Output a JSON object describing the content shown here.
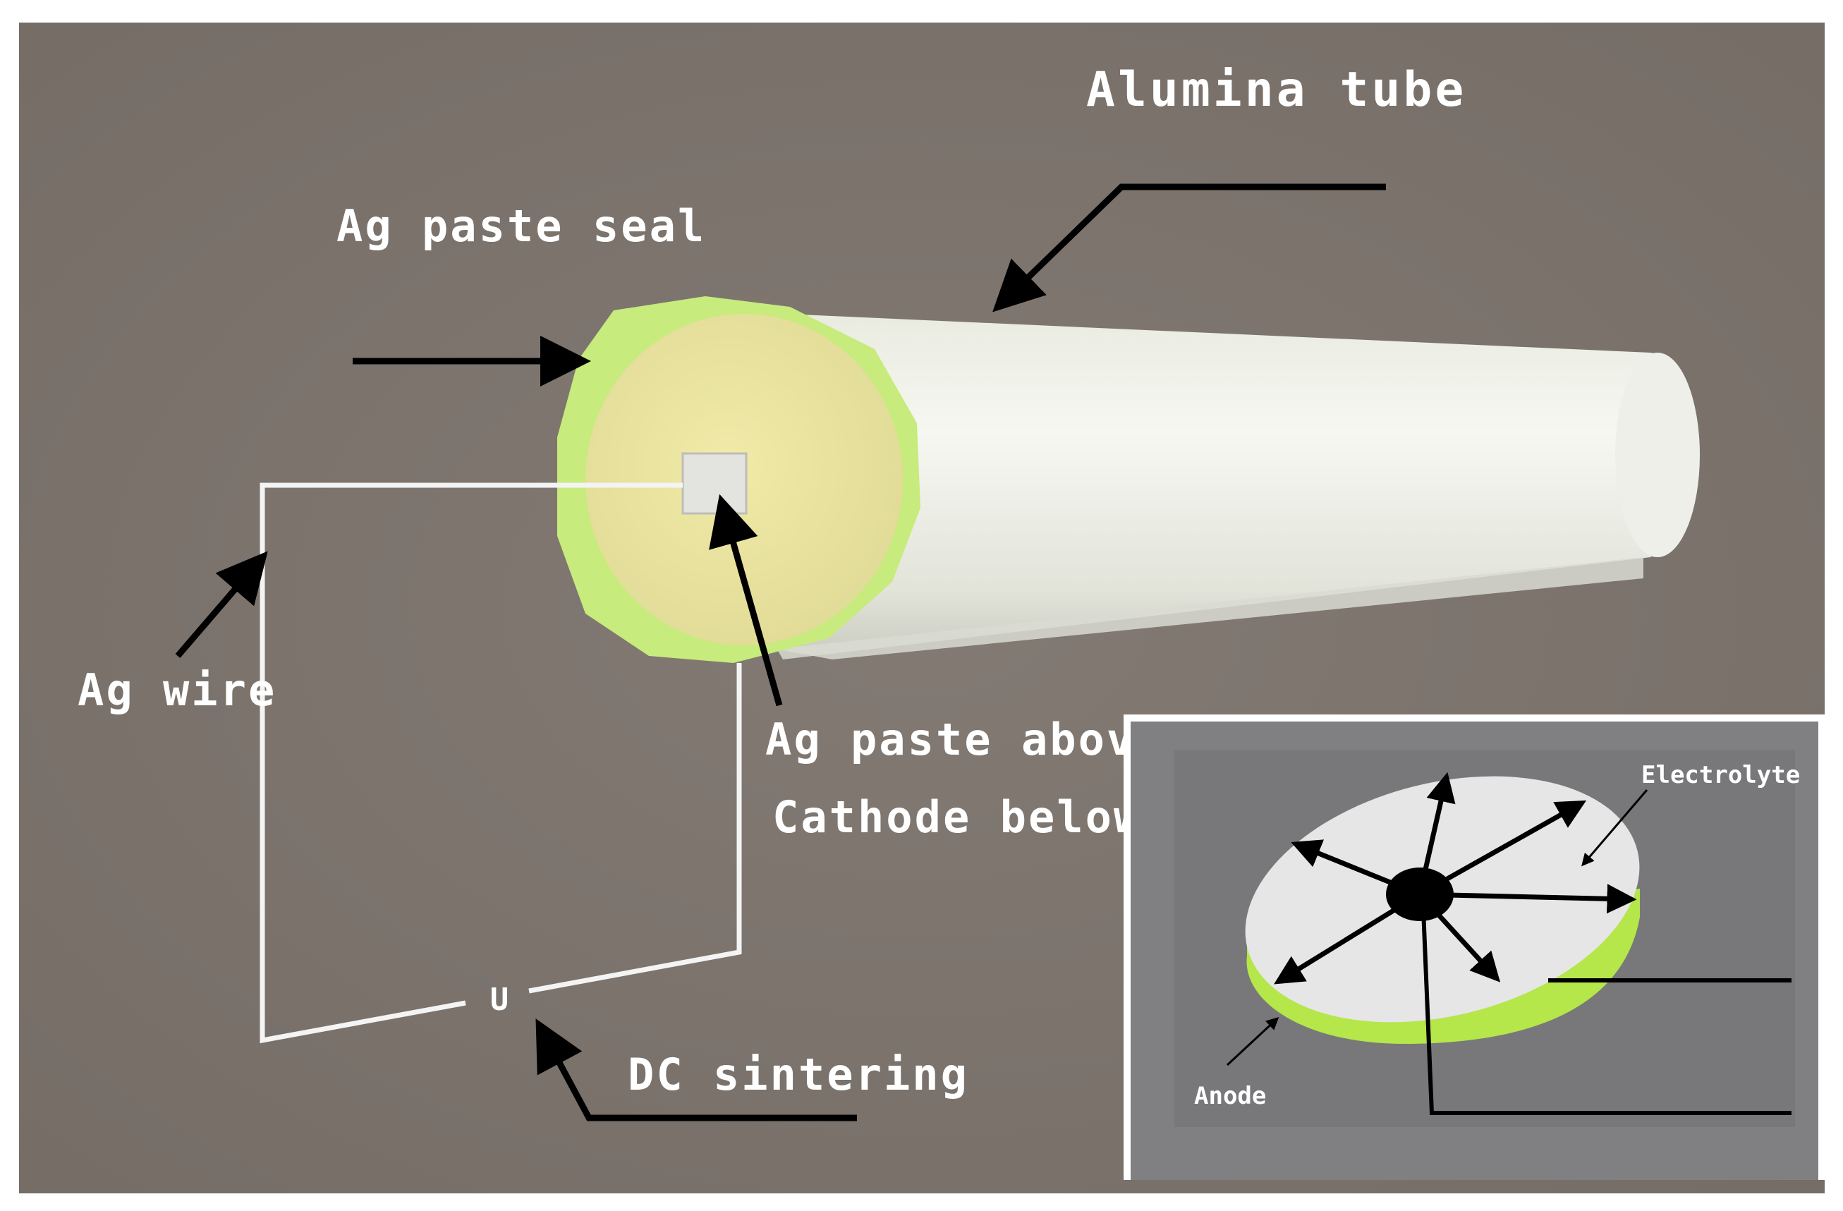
{
  "labels": {
    "alumina_tube": "Alumina tube",
    "ag_paste_seal": "Ag paste seal",
    "ag_wire": "Ag wire",
    "ag_paste_above": "Ag paste above",
    "cathode_below": "Cathode below",
    "dc_sintering": "DC sintering",
    "voltage": "U"
  },
  "inset": {
    "electrolyte": "Electrolyte",
    "anode": "Anode"
  },
  "colors": {
    "background": "#7b736c",
    "tube": "#f1f1ea",
    "seal_ring": "#c8ec7e",
    "cathode_face": "#ebe5a1",
    "wire": "#f4f4f4",
    "arrow": "#000000",
    "label": "#ffffff",
    "inset_background": "#808083",
    "disc_top": "#e6e6e6",
    "anode_rim": "#b5e64a"
  }
}
